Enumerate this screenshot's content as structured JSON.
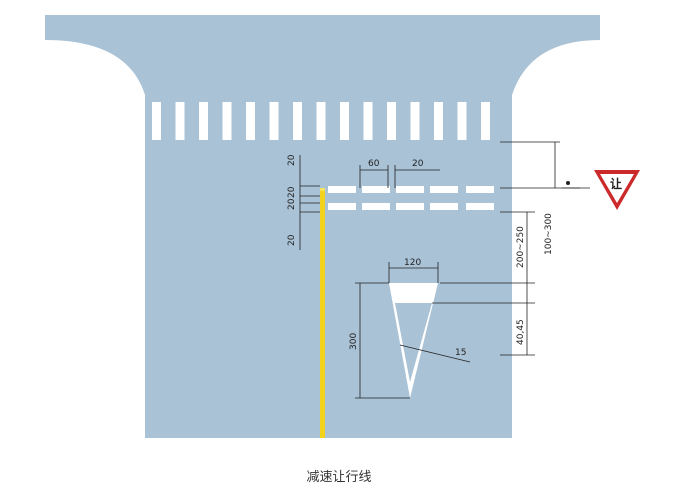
{
  "colors": {
    "road": "#a9c2d6",
    "marking_white": "#ffffff",
    "marking_yellow": "#f2d21c",
    "sign_border": "#cc2a2a",
    "dimension": "#222222"
  },
  "dimensions": {
    "stripe_length": "60",
    "stripe_gap": "20",
    "left_20_top": "20",
    "left_20_a": "20",
    "left_20_b": "20",
    "left_20_bottom": "20",
    "triangle_width": "120",
    "triangle_height": "300",
    "triangle_stripe": "40,45",
    "angle": "15",
    "offset_200_250": "200~250",
    "offset_100_300": "100~300"
  },
  "sign": {
    "text": "让",
    "icon": "yield-sign-icon"
  },
  "caption": "减速让行线"
}
